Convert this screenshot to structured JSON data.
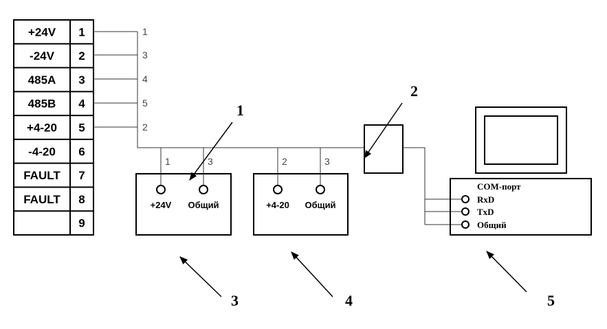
{
  "terminal_block": {
    "rows": [
      {
        "label": "+24V",
        "num": "1"
      },
      {
        "label": "-24V",
        "num": "2"
      },
      {
        "label": "485A",
        "num": "3"
      },
      {
        "label": "485B",
        "num": "4"
      },
      {
        "label": "+4-20",
        "num": "5"
      },
      {
        "label": "-4-20",
        "num": "6"
      },
      {
        "label": "FAULT",
        "num": "7"
      },
      {
        "label": "FAULT",
        "num": "8"
      },
      {
        "label": "",
        "num": "9"
      }
    ]
  },
  "wire_labels": [
    "1",
    "3",
    "4",
    "5",
    "2"
  ],
  "device1": {
    "wire_a": "1",
    "wire_b": "3",
    "term_a": "+24V",
    "term_b": "Общий"
  },
  "device2": {
    "wire_a": "2",
    "wire_b": "3",
    "term_a": "+4-20",
    "term_b": "Общий"
  },
  "computer": {
    "port_title": "COM-порт",
    "pins": [
      "RxD",
      "TxD",
      "Общий"
    ]
  },
  "callouts": [
    "1",
    "2",
    "3",
    "4",
    "5"
  ]
}
